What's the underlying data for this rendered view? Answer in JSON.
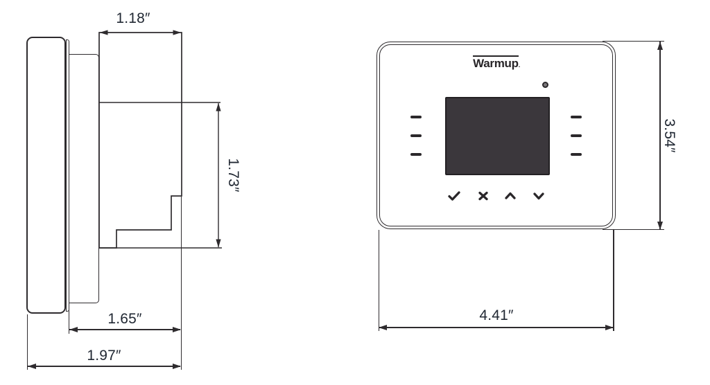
{
  "side_view": {
    "dimensions": {
      "top_depth": "1.18″",
      "body_height": "1.73″",
      "mount_depth": "1.65″",
      "overall_depth": "1.97″"
    }
  },
  "front_view": {
    "brand": "Warmup",
    "brand_mark": ".",
    "dimensions": {
      "overall_width": "4.41″",
      "overall_height": "3.54″"
    },
    "button_icons": [
      "check-icon",
      "cross-icon",
      "chevron-up-icon",
      "chevron-down-icon"
    ],
    "indicator": "led-indicator",
    "softkey_dashes_per_side": 3
  },
  "colors": {
    "line": "#2e2b2e",
    "text": "#212833",
    "screen_fill": "#3b373c",
    "screen_border": "#232023",
    "background": "#ffffff"
  }
}
